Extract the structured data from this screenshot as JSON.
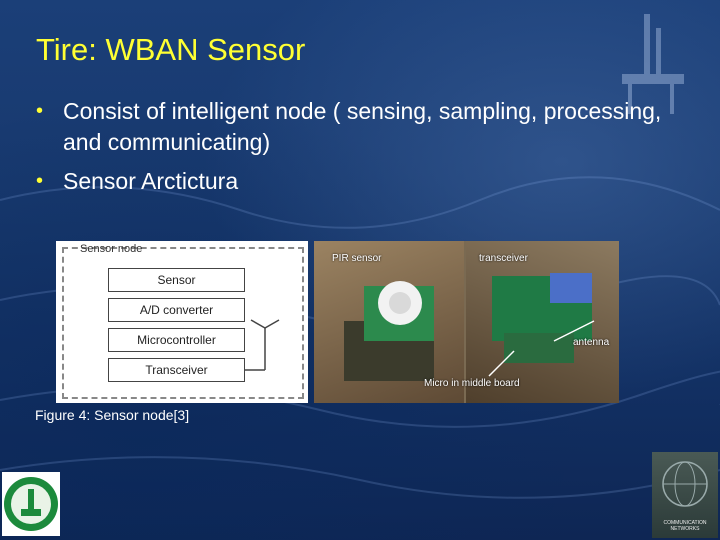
{
  "slide": {
    "title": "Tire: WBAN Sensor",
    "bullets": [
      "Consist of intelligent node  ( sensing, sampling, processing, and communicating)",
      "Sensor Arctictura"
    ],
    "caption": "Figure 4: Sensor node[3]",
    "colors": {
      "title": "#ffff33",
      "bullet_dot": "#ffff33",
      "text": "#ffffff",
      "background": "#17386d"
    }
  },
  "diagram": {
    "node_label": "Sensor node",
    "modules": [
      "Sensor",
      "A/D converter",
      "Microcontroller",
      "Transceiver"
    ]
  },
  "photo": {
    "labels": {
      "pir": "PIR sensor",
      "transceiver": "transceiver",
      "antenna": "antenna",
      "micro": "Micro in middle board"
    }
  },
  "book": {
    "title": "COMMUNICATION NETWORKS"
  }
}
